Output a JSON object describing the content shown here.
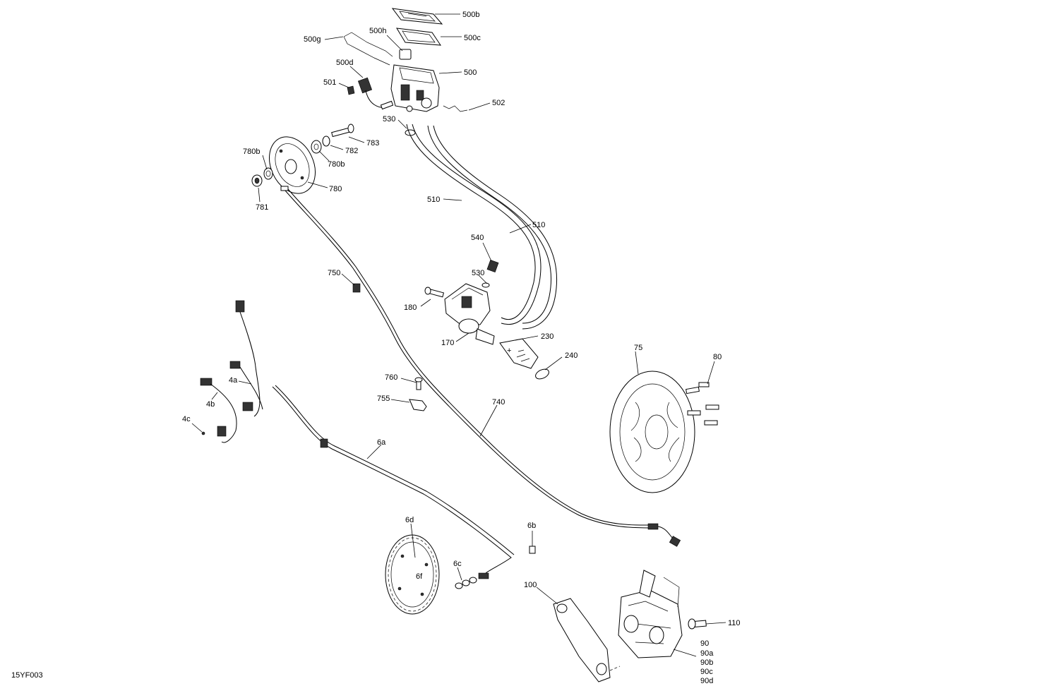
{
  "figure_code": "15YF003",
  "callouts": {
    "500b": "500b",
    "500c": "500c",
    "500h": "500h",
    "500g": "500g",
    "500d": "500d",
    "500": "500",
    "501": "501",
    "502": "502",
    "530a": "530",
    "780b_l": "780b",
    "780b_r": "780b",
    "782": "782",
    "783": "783",
    "780": "780",
    "781": "781",
    "510a": "510",
    "510b": "510",
    "540": "540",
    "530b": "530",
    "750": "750",
    "180": "180",
    "170": "170",
    "230": "230",
    "240": "240",
    "75": "75",
    "80": "80",
    "760": "760",
    "755": "755",
    "740": "740",
    "4a": "4a",
    "4b": "4b",
    "4c": "4c",
    "6a": "6a",
    "6d": "6d",
    "6b": "6b",
    "6c": "6c",
    "6f": "6f",
    "100": "100",
    "110": "110",
    "90": "90",
    "90a": "90a",
    "90b": "90b",
    "90c": "90c",
    "90d": "90d"
  }
}
